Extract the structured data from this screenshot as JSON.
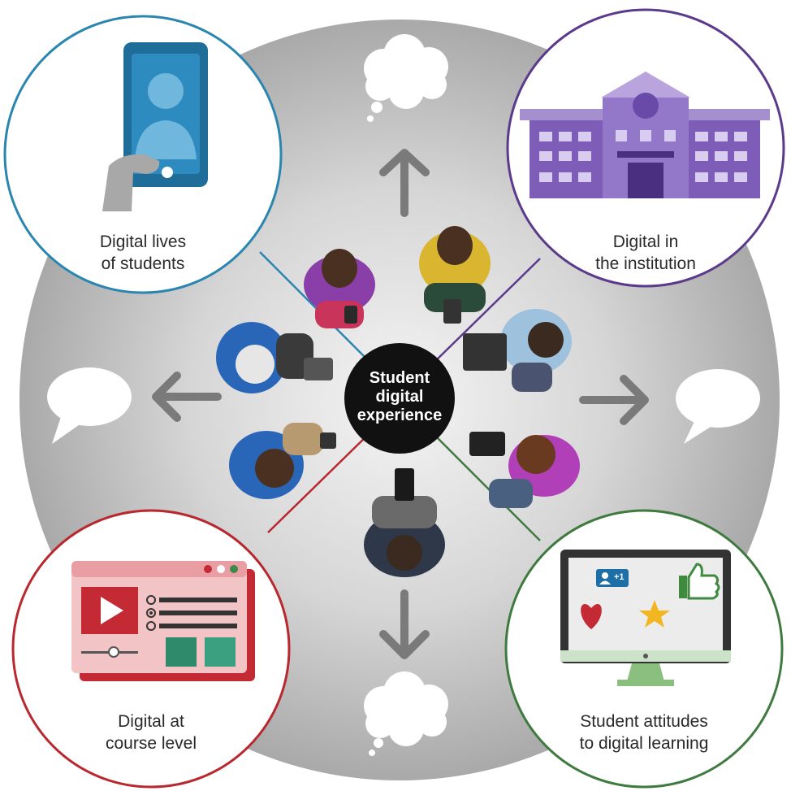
{
  "center": {
    "line1": "Student",
    "line2": "digital",
    "line3": "experience"
  },
  "topics": {
    "lives": {
      "line1": "Digital lives",
      "line2": "of students",
      "color": "#2a86b0"
    },
    "institution": {
      "line1": "Digital in",
      "line2": "the institution",
      "color": "#5b3a8c"
    },
    "course": {
      "line1": "Digital at",
      "line2": "course level",
      "color": "#b8282e"
    },
    "attitudes": {
      "line1": "Student attitudes",
      "line2": "to digital learning",
      "color": "#3f7a3f"
    }
  },
  "icons": {
    "lives": "phone-in-hand-icon",
    "institution": "building-icon",
    "course": "video-course-window-icon",
    "attitudes": "monitor-reactions-icon",
    "top": "thought-cloud-icon",
    "bottom": "thought-cloud-icon",
    "left": "speech-bubble-icon",
    "right": "speech-bubble-icon"
  },
  "attitudes_badge": "+1"
}
